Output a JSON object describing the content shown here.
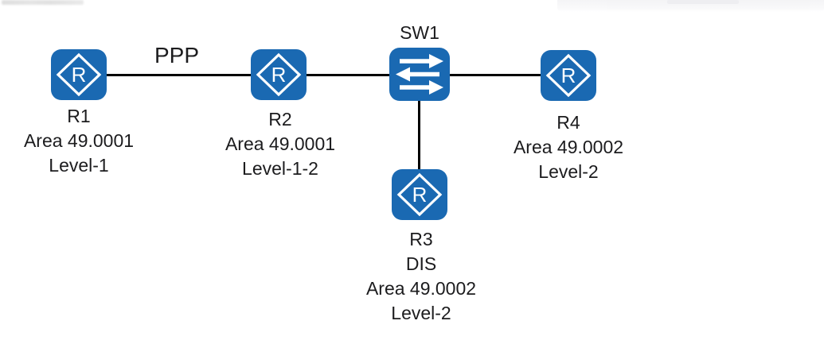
{
  "colors": {
    "device_blue": "#1A69B2",
    "link": "#000000",
    "label_text": "#1C1C1E"
  },
  "icons": {
    "router_letter": "R"
  },
  "links": {
    "ppp_label": "PPP"
  },
  "nodes": {
    "r1": {
      "type": "router",
      "lines": [
        "R1",
        "Area 49.0001",
        "Level-1"
      ]
    },
    "r2": {
      "type": "router",
      "lines": [
        "R2",
        "Area 49.0001",
        "Level-1-2"
      ]
    },
    "sw1": {
      "type": "switch",
      "label": "SW1"
    },
    "r3": {
      "type": "router",
      "lines": [
        "R3",
        "DIS",
        "Area 49.0002",
        "Level-2"
      ]
    },
    "r4": {
      "type": "router",
      "lines": [
        "R4",
        "Area 49.0002",
        "Level-2"
      ]
    }
  }
}
